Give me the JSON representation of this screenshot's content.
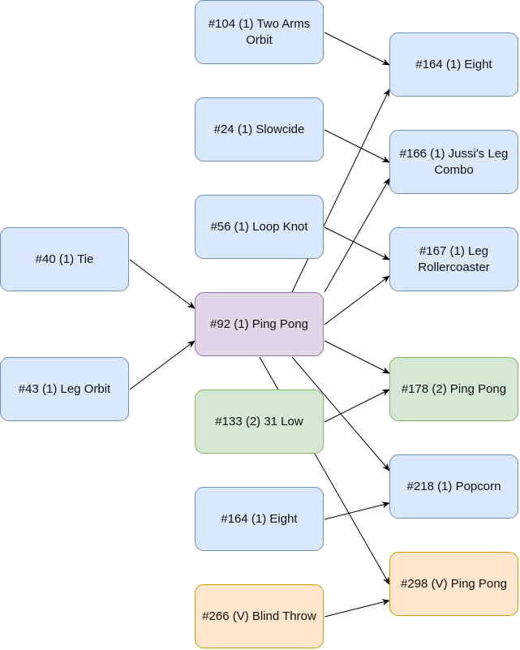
{
  "nodes": [
    {
      "id": "n104",
      "label": "#104 (1) Two Arms Orbit",
      "style": "blue"
    },
    {
      "id": "n24",
      "label": "#24 (1) Slowcide",
      "style": "blue"
    },
    {
      "id": "n56",
      "label": "#56 (1) Loop Knot",
      "style": "blue"
    },
    {
      "id": "n40",
      "label": "#40 (1) Tie",
      "style": "blue"
    },
    {
      "id": "n43",
      "label": "#43 (1) Leg Orbit",
      "style": "blue"
    },
    {
      "id": "n92",
      "label": "#92 (1) Ping Pong",
      "style": "purple"
    },
    {
      "id": "n133",
      "label": "#133 (2) 31 Low",
      "style": "green"
    },
    {
      "id": "n164a",
      "label": "#164 (1) Eight",
      "style": "blue"
    },
    {
      "id": "n266",
      "label": "#266 (V) Blind Throw",
      "style": "orange"
    },
    {
      "id": "n164b",
      "label": "#164 (1) Eight",
      "style": "blue"
    },
    {
      "id": "n166",
      "label": "#166 (1) Jussi's Leg Combo",
      "style": "blue"
    },
    {
      "id": "n167",
      "label": "#167 (1) Leg Rollercoaster",
      "style": "blue"
    },
    {
      "id": "n178",
      "label": "#178 (2) Ping Pong",
      "style": "green"
    },
    {
      "id": "n218",
      "label": "#218 (1) Popcorn",
      "style": "blue"
    },
    {
      "id": "n298",
      "label": "#298 (V) Ping Pong",
      "style": "orange"
    }
  ],
  "edges": [
    {
      "from": "n104",
      "to": "n164b"
    },
    {
      "from": "n24",
      "to": "n166"
    },
    {
      "from": "n56",
      "to": "n167"
    },
    {
      "from": "n40",
      "to": "n92"
    },
    {
      "from": "n43",
      "to": "n92"
    },
    {
      "from": "n92",
      "to": "n164b"
    },
    {
      "from": "n92",
      "to": "n166"
    },
    {
      "from": "n92",
      "to": "n167"
    },
    {
      "from": "n92",
      "to": "n178"
    },
    {
      "from": "n92",
      "to": "n218"
    },
    {
      "from": "n92",
      "to": "n298"
    },
    {
      "from": "n133",
      "to": "n178"
    },
    {
      "from": "n164a",
      "to": "n218"
    },
    {
      "from": "n266",
      "to": "n298"
    }
  ]
}
